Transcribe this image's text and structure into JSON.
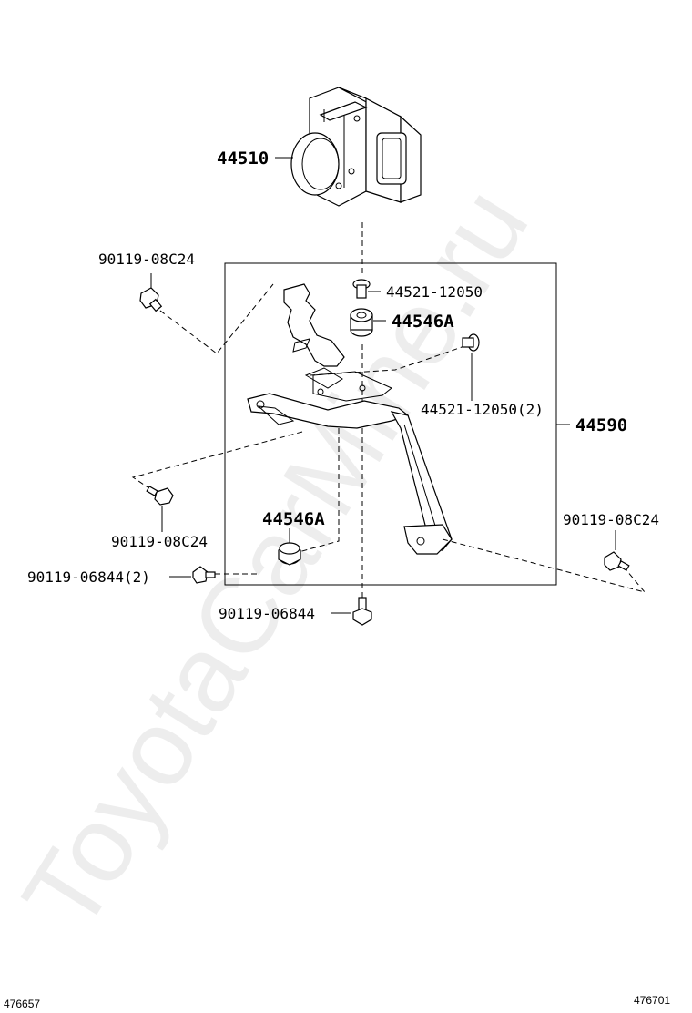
{
  "watermark": "ToyotaCarMine.ru",
  "parts": {
    "abs_actuator": "44510",
    "bolt_upper_left": "90119-08C24",
    "bushing_bolt_top": "44521-12050",
    "cushion_top": "44546A",
    "bushing_bolt_right": "44521-12050(2)",
    "bracket_assembly": "44590",
    "bolt_mid_left": "90119-08C24",
    "bolt_right": "90119-08C24",
    "cushion_bottom": "44546A",
    "bolt_lower_left": "90119-06844(2)",
    "bolt_bottom": "90119-06844"
  },
  "footer": {
    "left_code": "476657",
    "right_code": "476701"
  }
}
